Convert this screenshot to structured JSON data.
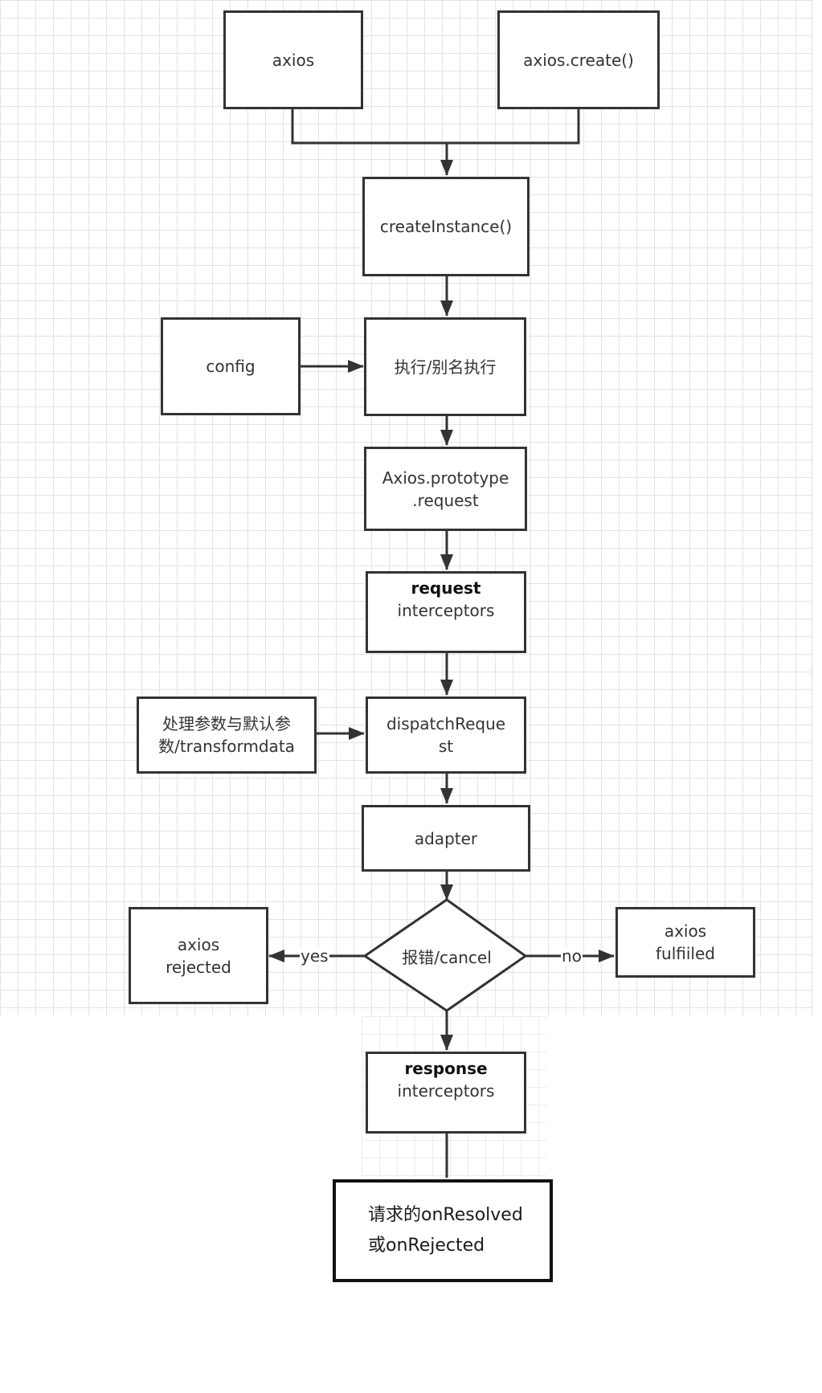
{
  "nodes": {
    "axios": "axios",
    "axios_create": "axios.create()",
    "create_instance": "createInstance()",
    "config": "config",
    "execute": "执行/别名执行",
    "prototype_request_1": "Axios.prototype",
    "prototype_request_2": ".request",
    "request_interceptors_1": "request",
    "request_interceptors_2": "interceptors",
    "process_params_1": "处理参数与默认参",
    "process_params_2": "数/transformdata",
    "dispatch_request_1": "dispatchReque",
    "dispatch_request_2": "st",
    "adapter": "adapter",
    "decision": "报错/cancel",
    "axios_rejected_1": "axios",
    "axios_rejected_2": "rejected",
    "axios_fulfilled_1": "axios",
    "axios_fulfilled_2": "fulfiiled",
    "response_interceptors_1": "response",
    "response_interceptors_2": "interceptors",
    "final_1": "请求的onResolved",
    "final_2": "或onRejected"
  },
  "edge_labels": {
    "yes": "yes",
    "no": "no"
  },
  "colors": {
    "stroke": "#333333",
    "grid": "#e3e3e3"
  }
}
